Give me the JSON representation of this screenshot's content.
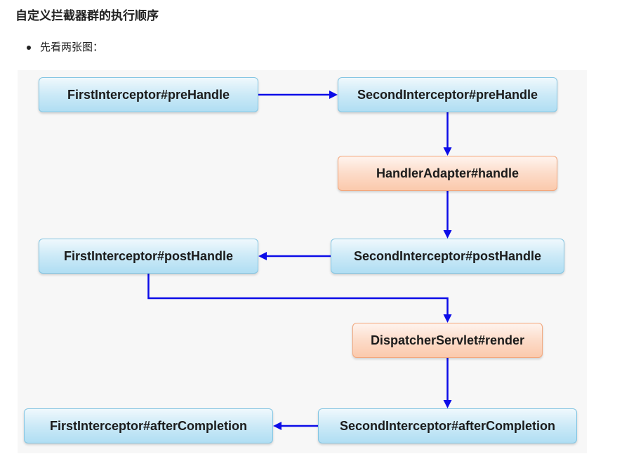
{
  "heading": "自定义拦截器群的执行顺序",
  "bullets": [
    "先看两张图："
  ],
  "colors": {
    "page_text": "#222222",
    "diagram_background": "#f7f7f7",
    "arrow": "#0c0ce8"
  },
  "diagram": {
    "nodes": [
      {
        "label": "FirstInterceptor#preHandle",
        "fill": "#b0def3",
        "border": "#85c6e3"
      },
      {
        "label": "SecondInterceptor#preHandle",
        "fill": "#b0def3",
        "border": "#85c6e3"
      },
      {
        "label": "HandlerAdapter#handle",
        "fill": "#fbc9ac",
        "border": "#f3a77c"
      },
      {
        "label": "SecondInterceptor#postHandle",
        "fill": "#b0def3",
        "border": "#85c6e3"
      },
      {
        "label": "FirstInterceptor#postHandle",
        "fill": "#b0def3",
        "border": "#85c6e3"
      },
      {
        "label": "DispatcherServlet#render",
        "fill": "#fbc9ac",
        "border": "#f3a77c"
      },
      {
        "label": "SecondInterceptor#afterCompletion",
        "fill": "#b0def3",
        "border": "#85c6e3"
      },
      {
        "label": "FirstInterceptor#afterCompletion",
        "fill": "#b0def3",
        "border": "#85c6e3"
      }
    ],
    "edges": [
      [
        0,
        1
      ],
      [
        1,
        2
      ],
      [
        2,
        3
      ],
      [
        3,
        4
      ],
      [
        4,
        5
      ],
      [
        5,
        6
      ],
      [
        6,
        7
      ]
    ]
  }
}
